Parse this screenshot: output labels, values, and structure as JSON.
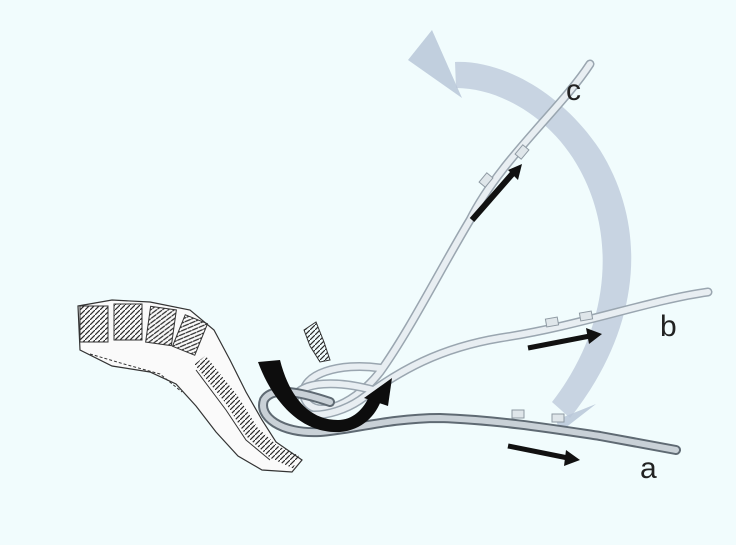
{
  "diagram": {
    "labels": {
      "a": "a",
      "b": "b",
      "c": "c"
    },
    "colors": {
      "background": "#f1fcfd",
      "rotation_arrow": "#b9c7d8",
      "push_arrow": "#111111",
      "stylet": "#d6dde3",
      "stylet_outline": "#8f9aa3",
      "spine": "#333333"
    },
    "icons": {
      "rotation": "curved-rotation-arrow-icon",
      "twist": "curved-twist-arrow-icon",
      "advance": "straight-arrow-icon"
    }
  }
}
